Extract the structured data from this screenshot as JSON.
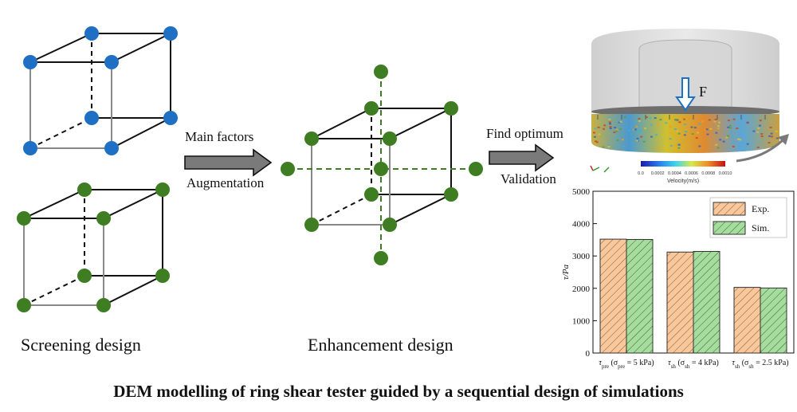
{
  "labels": {
    "screening": "Screening design",
    "enhancement": "Enhancement design",
    "main_factors": "Main factors",
    "augmentation": "Augmentation",
    "find_optimum": "Find optimum",
    "validation": "Validation",
    "force": "F",
    "colorbar_title": "Velocity(m/s)",
    "colorbar_ticks": [
      "0.0",
      "0.0002",
      "0.0004",
      "0.0006",
      "0.0008",
      "0.0010"
    ],
    "title": "DEM modelling of ring shear tester guided by a sequential design of simulations"
  },
  "colors": {
    "blue_node": "#1f6fc4",
    "green_node": "#3e7d22",
    "exp_bar": "#f8c89c",
    "sim_bar": "#a6dc9e",
    "arrow": "#7a7a7a"
  },
  "chart_data": {
    "type": "bar",
    "ylabel": "τ/Pa",
    "ylim": [
      0,
      5000
    ],
    "yticks": [
      0,
      1000,
      2000,
      3000,
      4000,
      5000
    ],
    "categories": [
      {
        "name": "τ",
        "sub": "pre",
        "rest": " (σ",
        "sub2": "pre",
        "rest2": " = 5 kPa)"
      },
      {
        "name": "τ",
        "sub": "sh",
        "rest": " (σ",
        "sub2": "sh",
        "rest2": " = 4 kPa)"
      },
      {
        "name": "τ",
        "sub": "sh",
        "rest": " (σ",
        "sub2": "sh",
        "rest2": " = 2.5 kPa)"
      }
    ],
    "series": [
      {
        "name": "Exp.",
        "values": [
          3520,
          3120,
          2030
        ]
      },
      {
        "name": "Sim.",
        "values": [
          3510,
          3140,
          2010
        ]
      }
    ],
    "legend": "top-right"
  }
}
